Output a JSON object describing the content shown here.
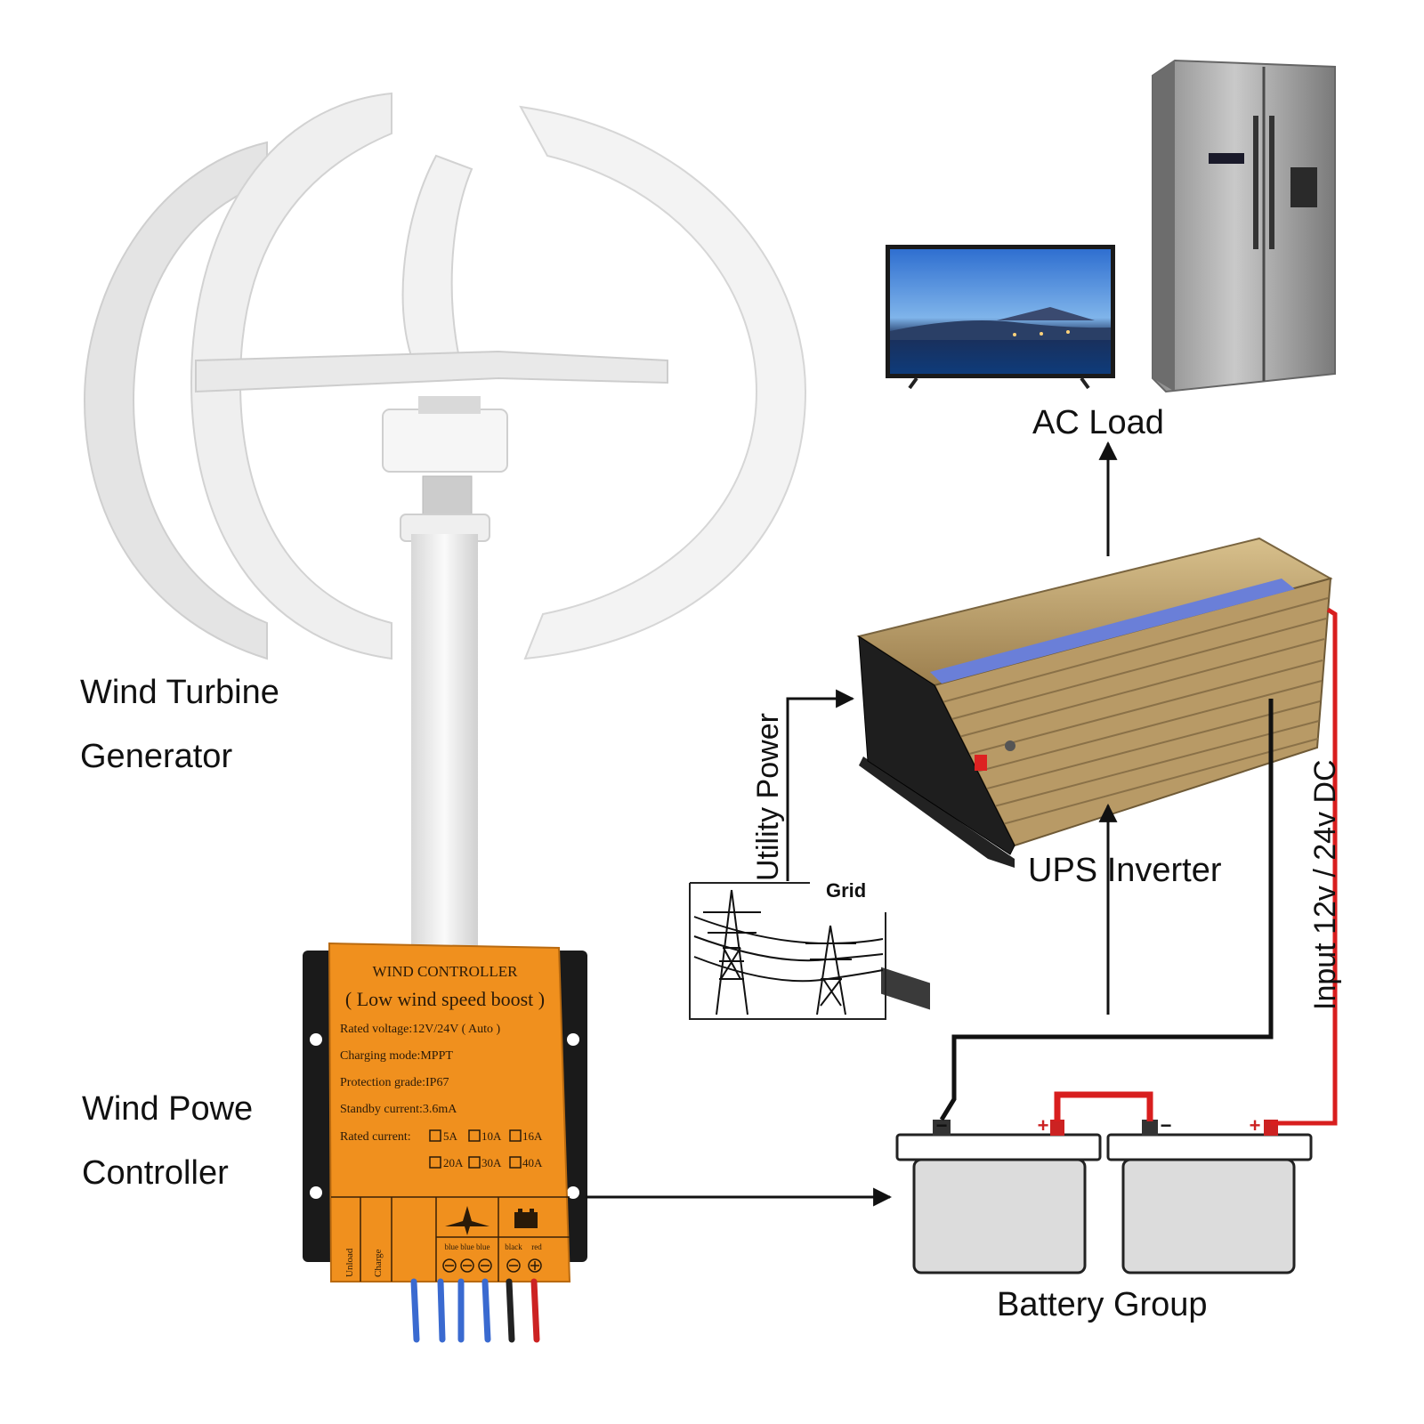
{
  "labels": {
    "turbine_line1": "Wind Turbine",
    "turbine_line2": "Generator",
    "controller_line1": "Wind Powe",
    "controller_line2": "Controller",
    "ac_load": "AC Load",
    "ups_inverter": "UPS Inverter",
    "utility_power": "Utility Power",
    "grid": "Grid",
    "battery_group": "Battery Group",
    "input_dc": "Input 12v / 24v DC"
  },
  "controller_panel": {
    "title": "WIND CONTROLLER",
    "subtitle": "( Low wind speed boost )",
    "rated_voltage": "Rated voltage:12V/24V ( Auto )",
    "charging_mode": "Charging mode:MPPT",
    "protection": "Protection grade:IP67",
    "standby": "Standby current:3.6mA",
    "rated_current_label": "Rated current:",
    "current_options_row1": [
      "5A",
      "10A",
      "16A"
    ],
    "current_options_row2": [
      "20A",
      "30A",
      "40A"
    ],
    "unload": "Unload",
    "charge": "Charge",
    "wire_labels": "blue blue blue",
    "black": "black",
    "red": "red"
  },
  "battery_signs": {
    "minus": "−",
    "plus": "+"
  },
  "colors": {
    "controller_orange": "#f0901e",
    "positive_wire": "#d81e1e",
    "negative_wire": "#111111",
    "turbine_white": "#ececec",
    "battery_gray": "#dcdcdc",
    "inverter_gold": "#b89a66"
  }
}
